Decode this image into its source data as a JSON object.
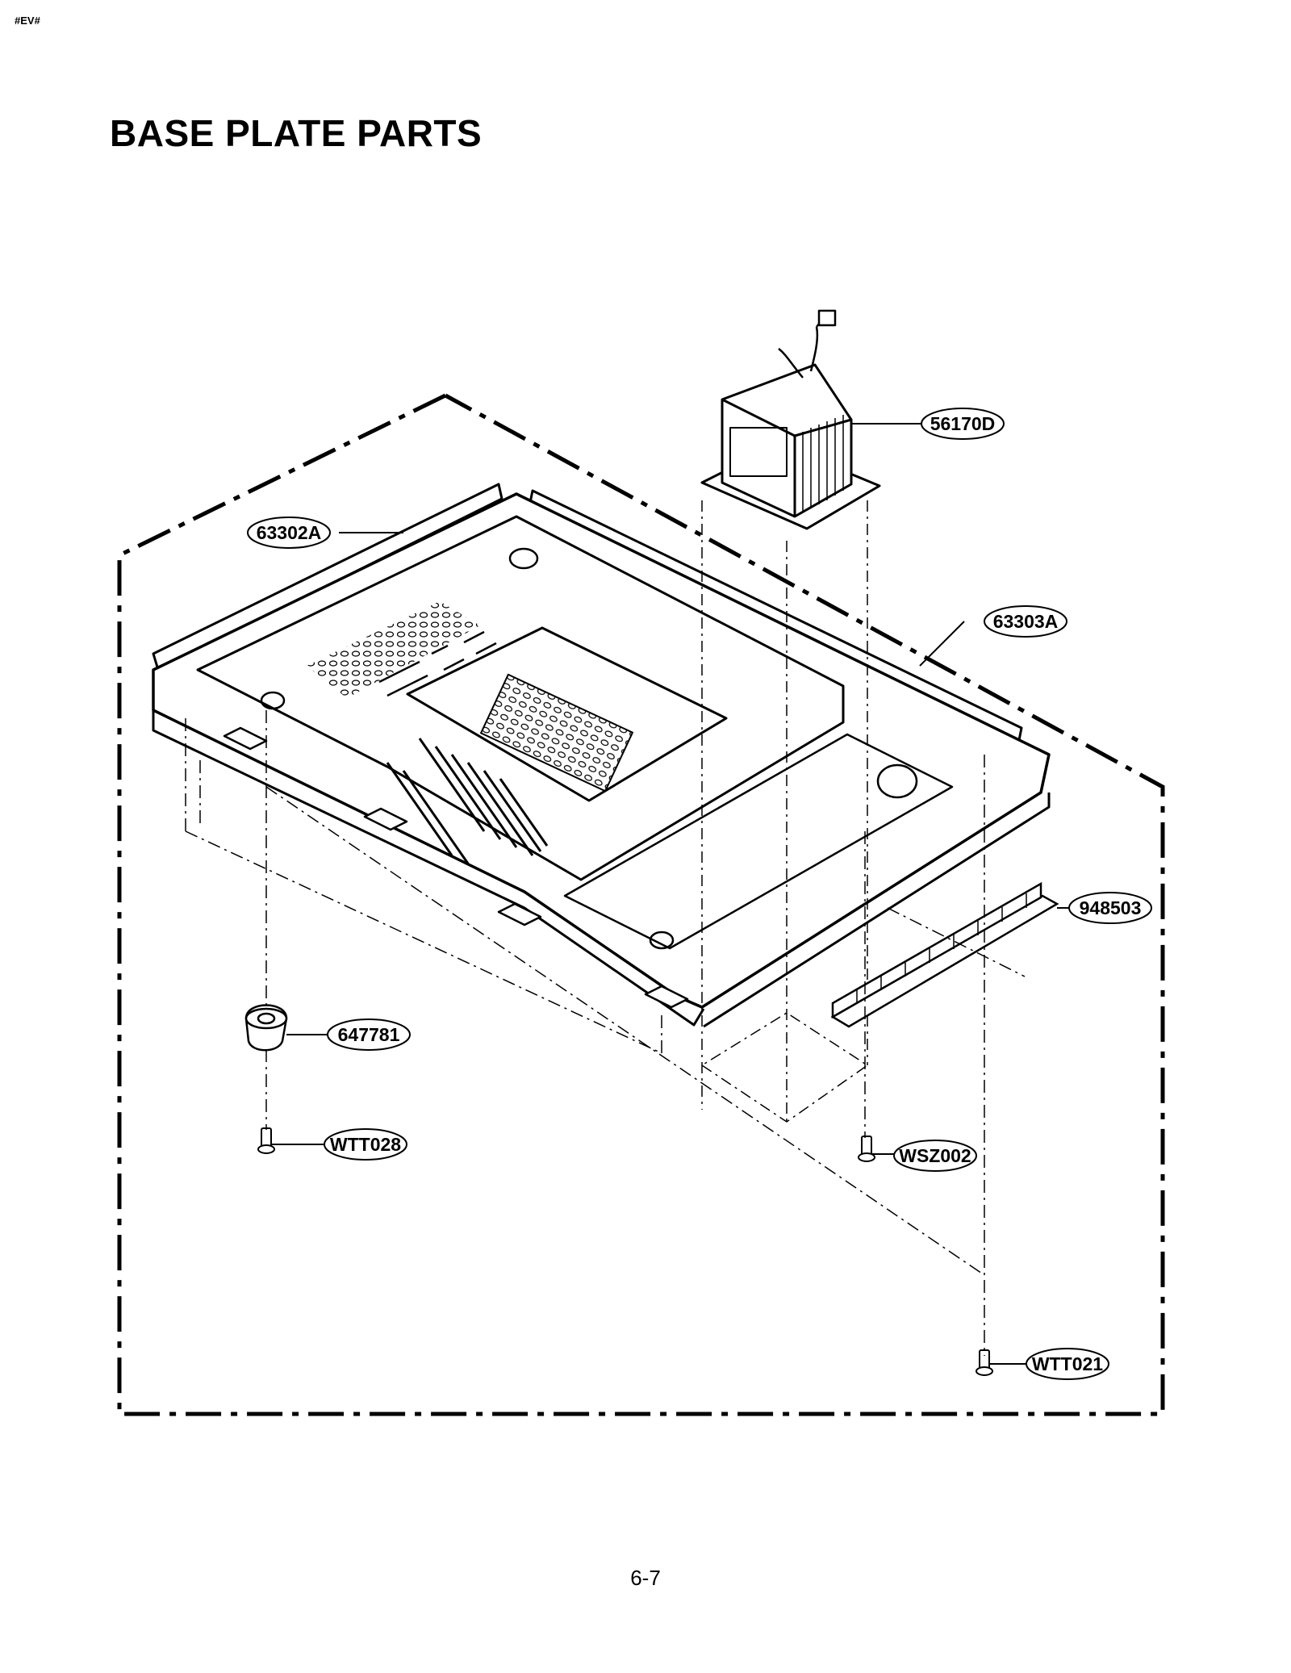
{
  "header": {
    "code": "#EV#"
  },
  "title": "BASE PLATE PARTS",
  "page_number": "6-7",
  "callouts": {
    "transformer": "56170D",
    "base_plate_front": "63302A",
    "base_plate_rear": "63303A",
    "cushion": "948503",
    "foot": "647781",
    "screw_foot": "WTT028",
    "screw_transformer": "WSZ002",
    "screw_rear": "WTT021"
  }
}
